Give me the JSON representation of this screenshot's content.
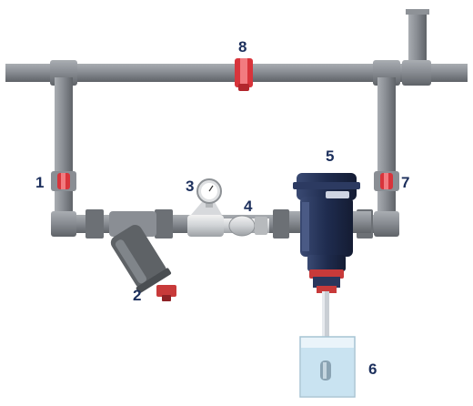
{
  "diagram": {
    "callouts": [
      {
        "id": "1",
        "text": "1"
      },
      {
        "id": "2",
        "text": "2"
      },
      {
        "id": "3",
        "text": "3"
      },
      {
        "id": "4",
        "text": "4"
      },
      {
        "id": "5",
        "text": "5"
      },
      {
        "id": "6",
        "text": "6"
      },
      {
        "id": "7",
        "text": "7"
      },
      {
        "id": "8",
        "text": "8"
      }
    ],
    "components": [
      {
        "callout": "1",
        "icon": "ball-valve-icon"
      },
      {
        "callout": "2",
        "icon": "y-filter-icon"
      },
      {
        "callout": "3",
        "icon": "pressure-gauge-icon"
      },
      {
        "callout": "4",
        "icon": "flow-meter-icon"
      },
      {
        "callout": "5",
        "icon": "dosing-pump-icon"
      },
      {
        "callout": "6",
        "icon": "solution-tank-icon"
      },
      {
        "callout": "7",
        "icon": "ball-valve-icon"
      },
      {
        "callout": "8",
        "icon": "ball-valve-icon"
      }
    ],
    "colors": {
      "pipe": "#7b7f85",
      "pipe_highlight": "#a9adb2",
      "valve_red": "#d8343b",
      "pump_blue": "#1f2c4f",
      "pump_red": "#c83a3a",
      "filter_grey": "#5e6266",
      "tank_water": "#c9e3f1",
      "label": "#1c2f5c"
    }
  }
}
